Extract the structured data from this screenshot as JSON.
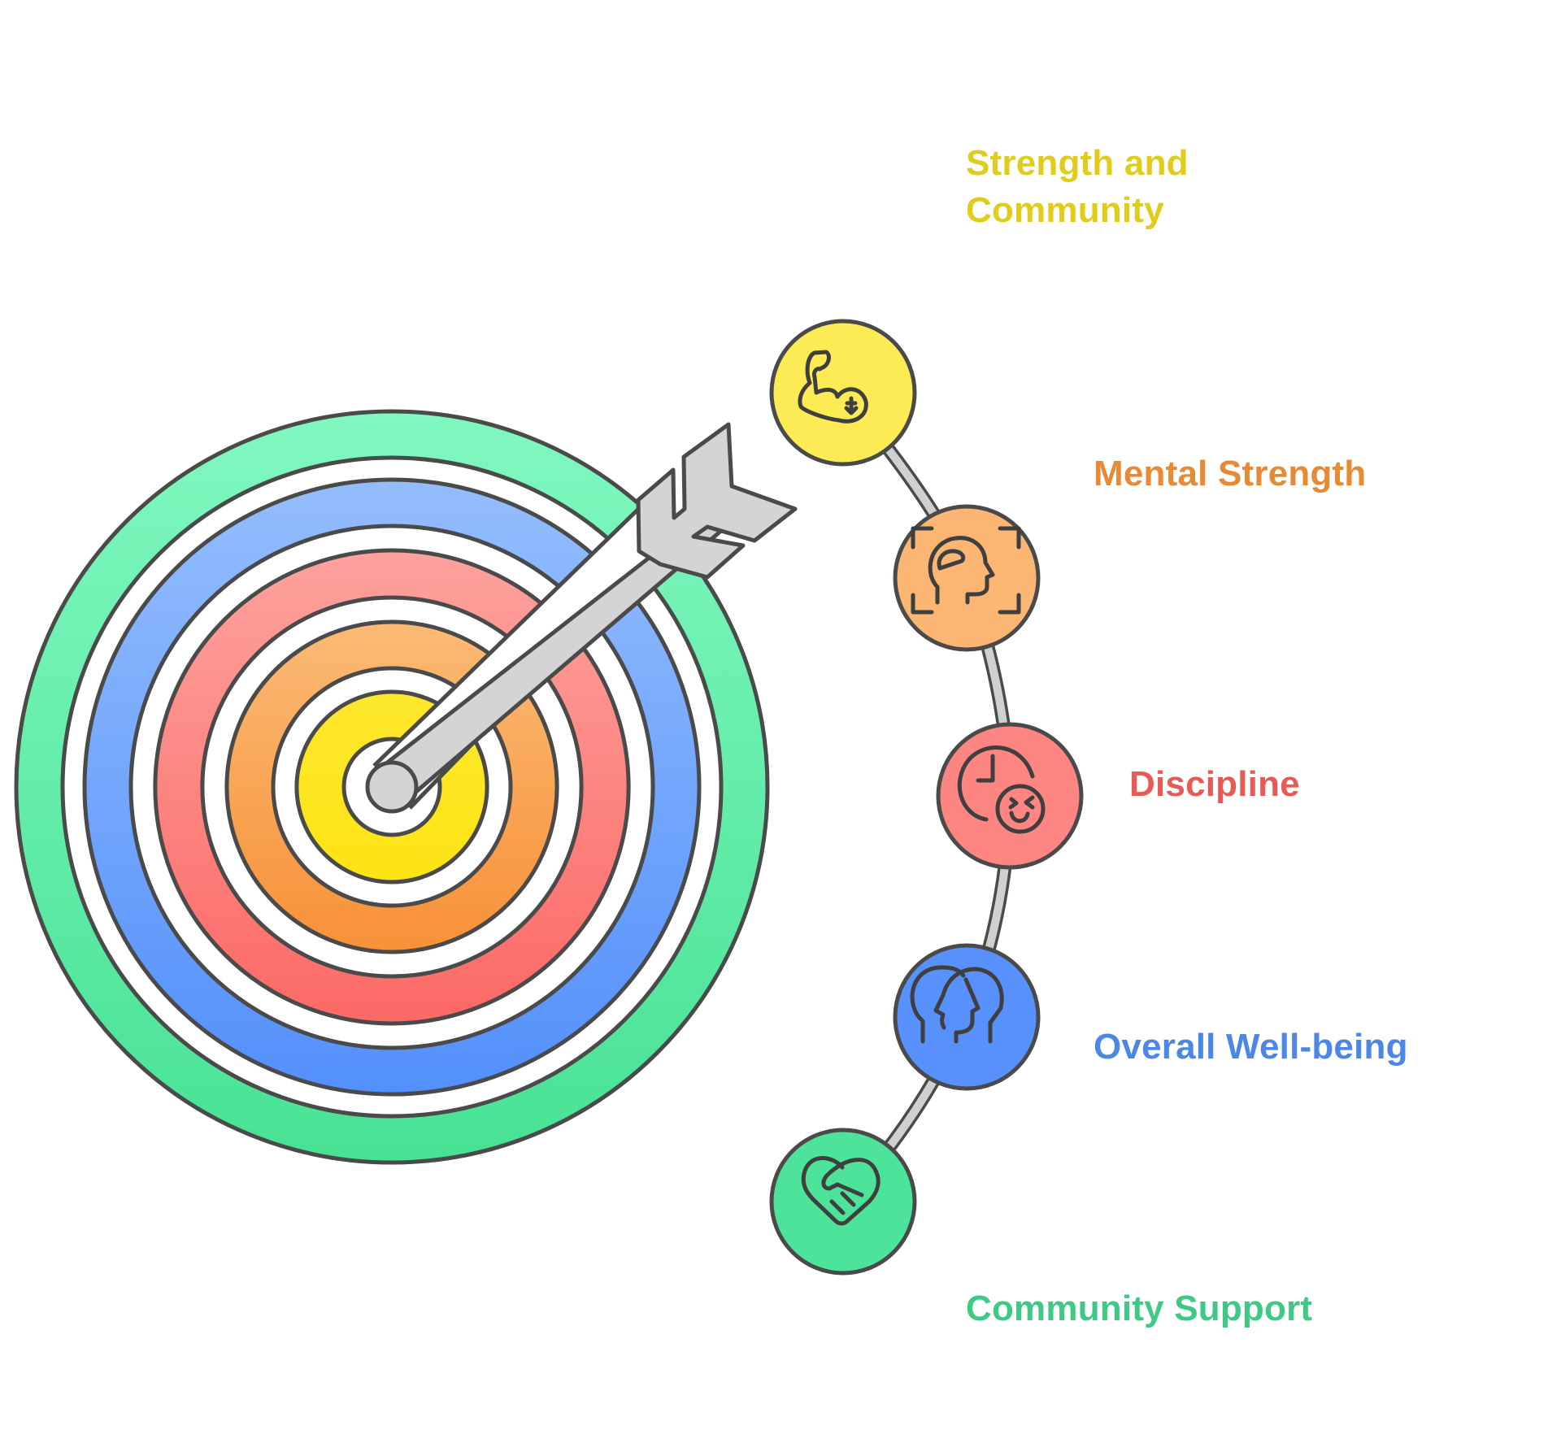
{
  "title": "Strength and Community",
  "colors": {
    "outline": "#4a4a4a",
    "arrow_fill": "#d4d4d4",
    "connector": "#cfcfcf",
    "yellow": "#fde82e",
    "orange": "#f9a85a",
    "red": "#fb7a77",
    "blue": "#5a95fb",
    "green": "#56e6a0",
    "title_text": "#e0cc1a",
    "mental_text": "#e88a34",
    "discipline_text": "#e65a57",
    "wellbeing_text": "#4c86e6",
    "community_text": "#3ec984"
  },
  "target": {
    "rings": [
      {
        "name": "community-support",
        "color_top": "#7ff7be",
        "color_bottom": "#4be396"
      },
      {
        "name": "overall-well-being",
        "color_top": "#92bcfd",
        "color_bottom": "#5592fb"
      },
      {
        "name": "discipline",
        "color_top": "#fda09b",
        "color_bottom": "#fc6b68"
      },
      {
        "name": "mental-strength",
        "color_top": "#fbb872",
        "color_bottom": "#f7933a"
      },
      {
        "name": "strength-and-community",
        "color_top": "#fde82a",
        "color_bottom": "#fde414"
      }
    ]
  },
  "steps": [
    {
      "label": "Strength and Community",
      "icon": "flexed-bicep-icon",
      "color": "#fdeb56",
      "text_color": "#e0cc1a"
    },
    {
      "label": "Mental Strength",
      "icon": "head-brain-focus-icon",
      "color": "#fbb673",
      "text_color": "#e88a34"
    },
    {
      "label": "Discipline",
      "icon": "clock-smiley-icon",
      "color": "#fd8582",
      "text_color": "#e65a57"
    },
    {
      "label": "Overall Well-being",
      "icon": "two-heads-icon",
      "color": "#5891fb",
      "text_color": "#4c86e6"
    },
    {
      "label": "Community Support",
      "icon": "heart-handshake-icon",
      "color": "#4ee39a",
      "text_color": "#3ec984"
    }
  ]
}
